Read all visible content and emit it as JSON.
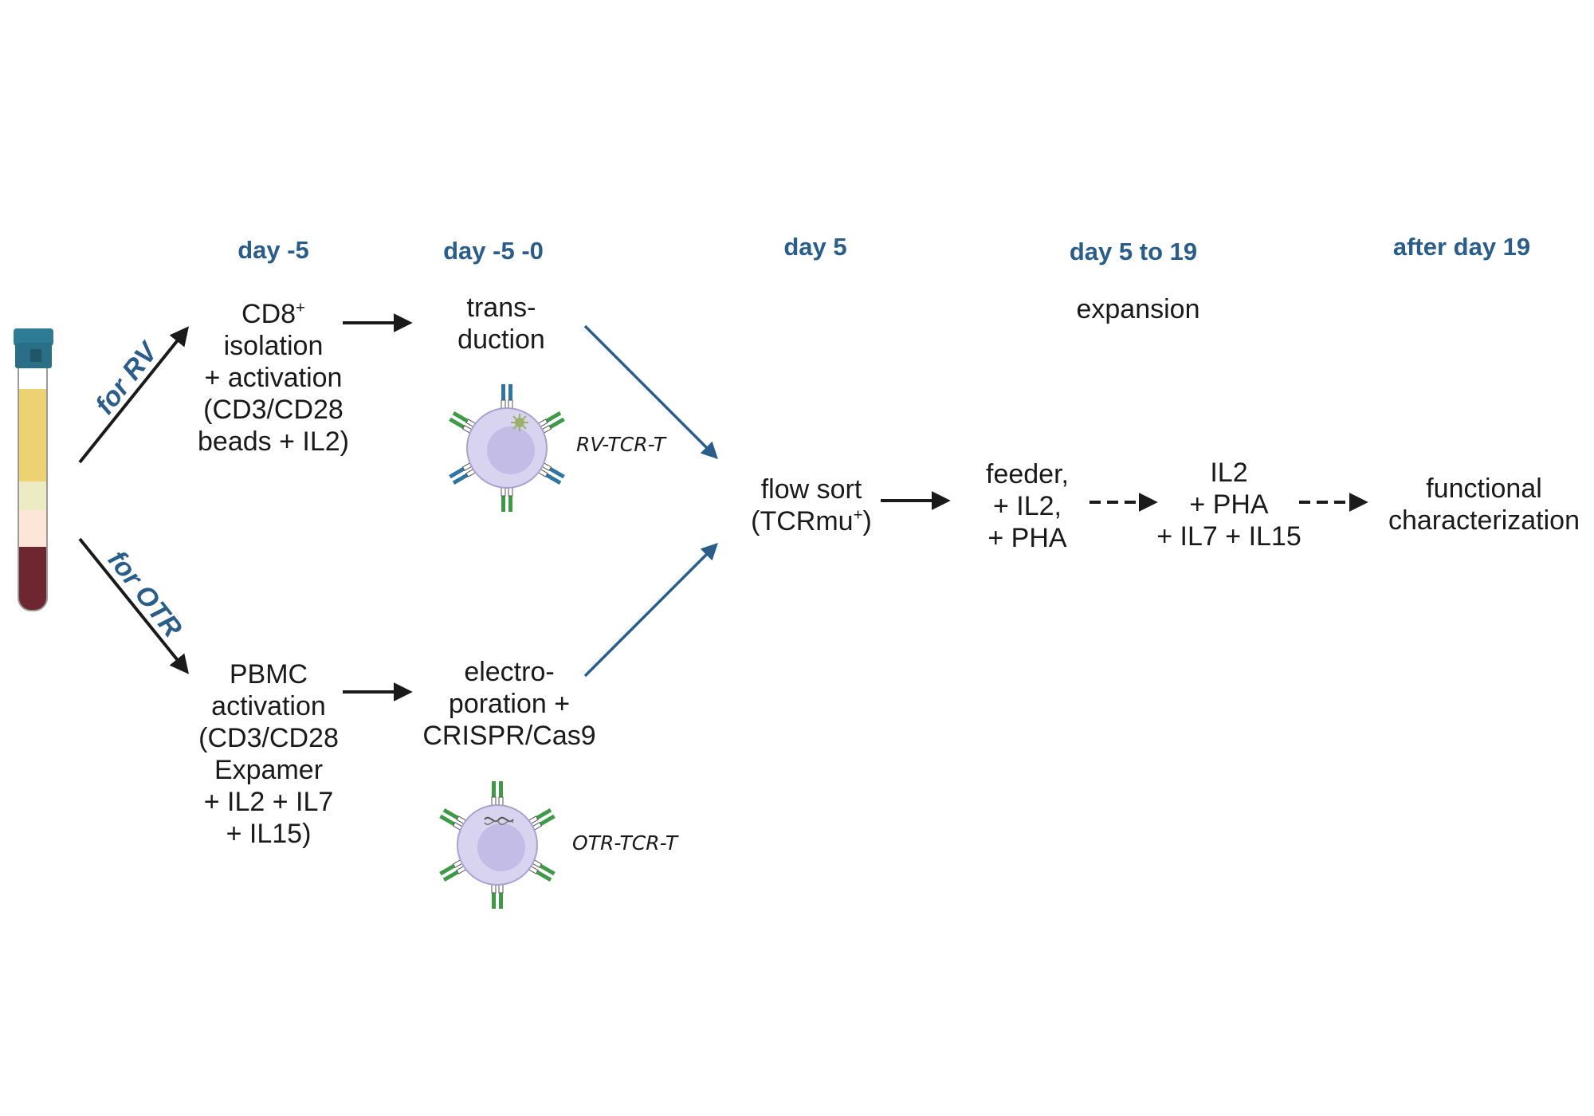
{
  "timeline": {
    "day_minus5": "day -5",
    "day_minus5_0": "day -5 -0",
    "day5": "day 5",
    "day5_19": "day 5 to 19",
    "after19": "after day 19"
  },
  "branches": {
    "rv": "for RV",
    "otr": "for OTR"
  },
  "steps": {
    "cd8": {
      "line1": "CD8",
      "line1_sup": "+",
      "line2": "isolation",
      "line3": "+ activation",
      "line4": "(CD3/CD28",
      "line5": "beads + IL2)"
    },
    "transduction": {
      "line1": "trans-",
      "line2": "duction"
    },
    "pbmc": {
      "line1": "PBMC",
      "line2": "activation",
      "line3": "(CD3/CD28",
      "line4": "Expamer",
      "line5": "+ IL2 + IL7",
      "line6": "+ IL15)"
    },
    "electroporation": {
      "line1": "electro-",
      "line2": "poration +",
      "line3": "CRISPR/Cas9"
    },
    "flow_sort": {
      "line1": "flow sort",
      "line2_a": "(TCRmu",
      "line2_sup": "+",
      "line2_b": ")"
    },
    "expansion": "expansion",
    "feeder": {
      "line1": "feeder,",
      "line2": "+ IL2,",
      "line3": "+ PHA"
    },
    "il2": {
      "line1": "IL2",
      "line2": "+ PHA",
      "line3": "+ IL7 + IL15"
    },
    "functional": {
      "line1": "functional",
      "line2": "characterization"
    }
  },
  "cells": {
    "rv": "RV-TCR-T",
    "otr": "OTR-TCR-T"
  },
  "colors": {
    "accent_blue": "#2b5d8a",
    "arrow_dark": "#1a1a1a",
    "cell_fill": "#d8d4ef",
    "nucleus_fill": "#c2bce6",
    "receptor_green": "#3f9a47",
    "receptor_blue": "#2f74a2",
    "plasma": "#ecd273",
    "buffy": "#ecebc4",
    "rbc": "#6e2730",
    "cap": "#2e7b95"
  },
  "icons": {
    "tube": "blood-tube-icon",
    "rv_cell": "t-cell-icon",
    "otr_cell": "t-cell-icon"
  }
}
